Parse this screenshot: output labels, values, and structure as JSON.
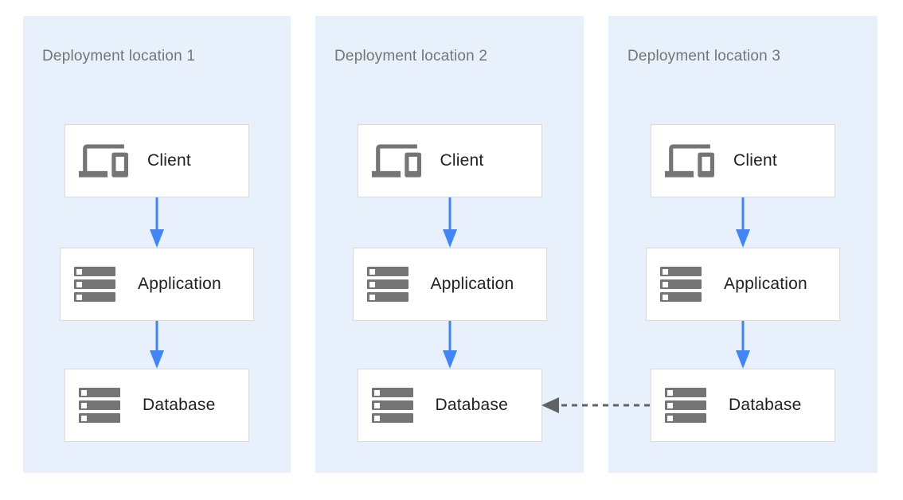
{
  "colors": {
    "canvas_bg": "#ffffff",
    "panel_bg": "#e8f0fb",
    "node_bg": "#ffffff",
    "node_border": "#d9d9d9",
    "icon_gray": "#757575",
    "node_text": "#212121",
    "panel_label_text": "#757575",
    "arrow_blue": "#4285f4",
    "arrow_dashed_gray": "#5f6368"
  },
  "diagram": {
    "locations": [
      {
        "label": "Deployment location 1",
        "nodes": [
          {
            "label": "Client",
            "icon": "devices-icon"
          },
          {
            "label": "Application",
            "icon": "server-stack-icon"
          },
          {
            "label": "Database",
            "icon": "server-stack-icon"
          }
        ]
      },
      {
        "label": "Deployment location 2",
        "nodes": [
          {
            "label": "Client",
            "icon": "devices-icon"
          },
          {
            "label": "Application",
            "icon": "server-stack-icon"
          },
          {
            "label": "Database",
            "icon": "server-stack-icon"
          }
        ]
      },
      {
        "label": "Deployment location 3",
        "nodes": [
          {
            "label": "Client",
            "icon": "devices-icon"
          },
          {
            "label": "Application",
            "icon": "server-stack-icon"
          },
          {
            "label": "Database",
            "icon": "server-stack-icon"
          }
        ]
      }
    ],
    "connections": [
      {
        "from": "Client",
        "to": "Application",
        "style": "solid-blue-down",
        "per_location": true
      },
      {
        "from": "Application",
        "to": "Database",
        "style": "solid-blue-down",
        "per_location": true
      },
      {
        "from": "Deployment location 3 Database",
        "to": "Deployment location 2 Database",
        "style": "dashed-gray-left"
      }
    ]
  }
}
